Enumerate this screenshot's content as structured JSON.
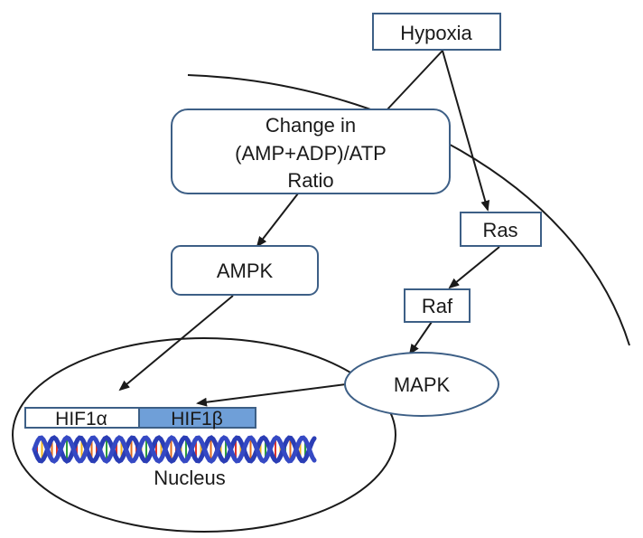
{
  "nodes": {
    "hypoxia": "Hypoxia",
    "ratio_line1": "Change in",
    "ratio_line2": "(AMP+ADP)/ATP",
    "ratio_line3": "Ratio",
    "ampk": "AMPK",
    "ras": "Ras",
    "raf": "Raf",
    "mapk": "MAPK",
    "hif1a": "HIF1α",
    "hif1b": "HIF1β",
    "nucleus": "Nucleus"
  },
  "colors": {
    "box_stroke": "#3d5f86",
    "hif1b_fill": "#6f9fd8",
    "line": "#1a1a1a"
  }
}
